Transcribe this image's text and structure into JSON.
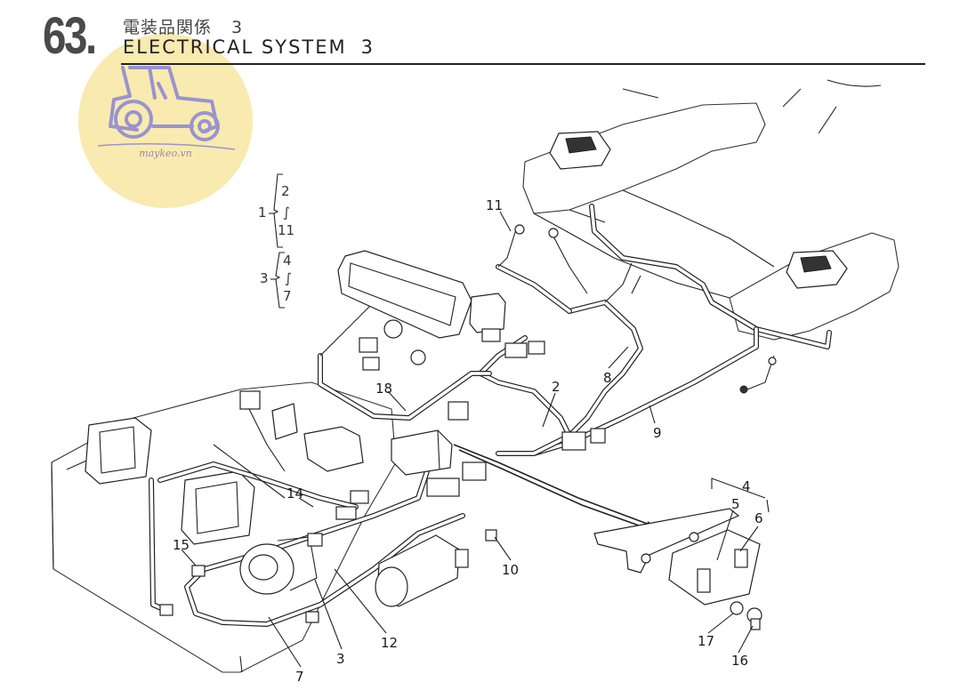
{
  "header": {
    "page_number": "63.",
    "title_jp": "電装品関係",
    "title_jp_number": "3",
    "title_en": "ELECTRICAL SYSTEM",
    "title_en_number": "3"
  },
  "watermark": {
    "text": "maykeo.vn"
  },
  "brackets": {
    "group1": {
      "label": "1",
      "top": "2",
      "wave": "∫",
      "bottom": "11"
    },
    "group3": {
      "label": "3",
      "top": "4",
      "wave": "∫",
      "bottom": "7"
    }
  },
  "callouts": [
    "2",
    "3",
    "4",
    "5",
    "6",
    "7",
    "8",
    "9",
    "10",
    "11",
    "12",
    "14",
    "15",
    "16",
    "17",
    "18"
  ]
}
